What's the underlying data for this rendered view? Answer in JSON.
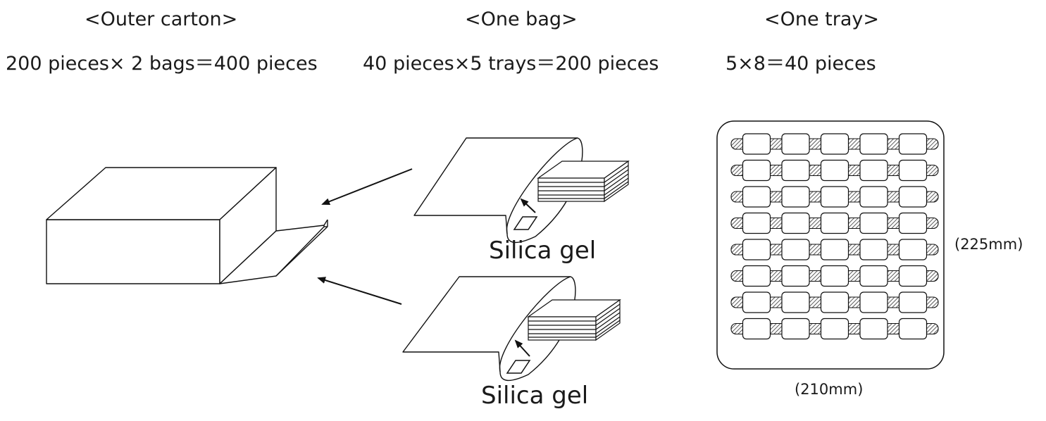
{
  "headers": {
    "outer_carton": "<Outer carton>",
    "one_bag": "<One bag>",
    "one_tray": "<One tray>"
  },
  "quantities": {
    "outer_carton": "200 pieces× 2 bags＝400 pieces",
    "one_bag": "40 pieces×5 trays＝200 pieces",
    "one_tray": "5×8＝40 pieces"
  },
  "labels": {
    "silica_gel_1": "Silica gel",
    "silica_gel_2": "Silica gel",
    "tray_height": "(225mm)",
    "tray_width": "(210mm)"
  },
  "tray": {
    "rows": 8,
    "columns": 5
  },
  "bag_tray_stack_lines": 6
}
